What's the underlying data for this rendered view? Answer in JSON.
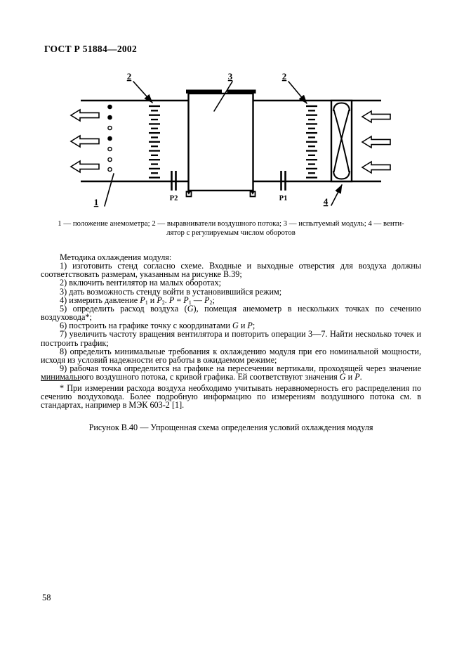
{
  "header": {
    "title": "ГОСТ Р 51884—2002"
  },
  "figure": {
    "callouts": {
      "anemometer": "1",
      "straightener_left": "2",
      "module": "3",
      "straightener_right": "2",
      "fan": "4"
    },
    "pressure_labels": {
      "p2": "P2",
      "p1": "P1"
    },
    "legend_line1": "1 — положение анемометра; 2 — выравниватели воздушного потока; 3 — испытуемый модуль; 4 — венти-",
    "legend_line2": "лятор с регулируемым числом оборотов",
    "caption": "Рисунок В.40 — Упрощенная схема определения условий охлаждения модуля"
  },
  "body": {
    "intro": "Методика охлаждения модуля:",
    "steps": [
      "1) изготовить стенд согласно схеме. Входные и выходные отверстия для воздуха должны соответствовать размерам, указанным на рисунке В.39;",
      "2) включить вентилятор на малых оборотах;",
      "3) дать возможность стенду войти в установившийся режим;",
      "4) измерить давление P₁ и P₂. P = P₁ — P₂;",
      "5) определить расход воздуха (G), помещая анемометр в нескольких точках по сечению воздуховода*;",
      "6) построить на графике точку с координатами G и P;",
      "7) увеличить частоту вращения вентилятора и повторить операции 3—7. Найти несколько точек и построить график;",
      "8) определить минимальные требования к охлаждению модуля при его номинальной мощности, исходя из условий надежности его работы в ожидаемом режиме;",
      "9) рабочая точка определится на графике на пересечении вертикали, проходящей через значение минимального воздушного потока, с кривой графика. Ей соответствуют значения G и P."
    ]
  },
  "footnote": {
    "text": "* При измерении расхода воздуха необходимо учитывать неравномерность его распределения по сечению воздуховода. Более подробную информацию по измерениям воздушного потока см. в стандартах, например в МЭК 603-2 [1]."
  },
  "page_number": "58",
  "colors": {
    "ink": "#000000",
    "paper": "#ffffff"
  }
}
